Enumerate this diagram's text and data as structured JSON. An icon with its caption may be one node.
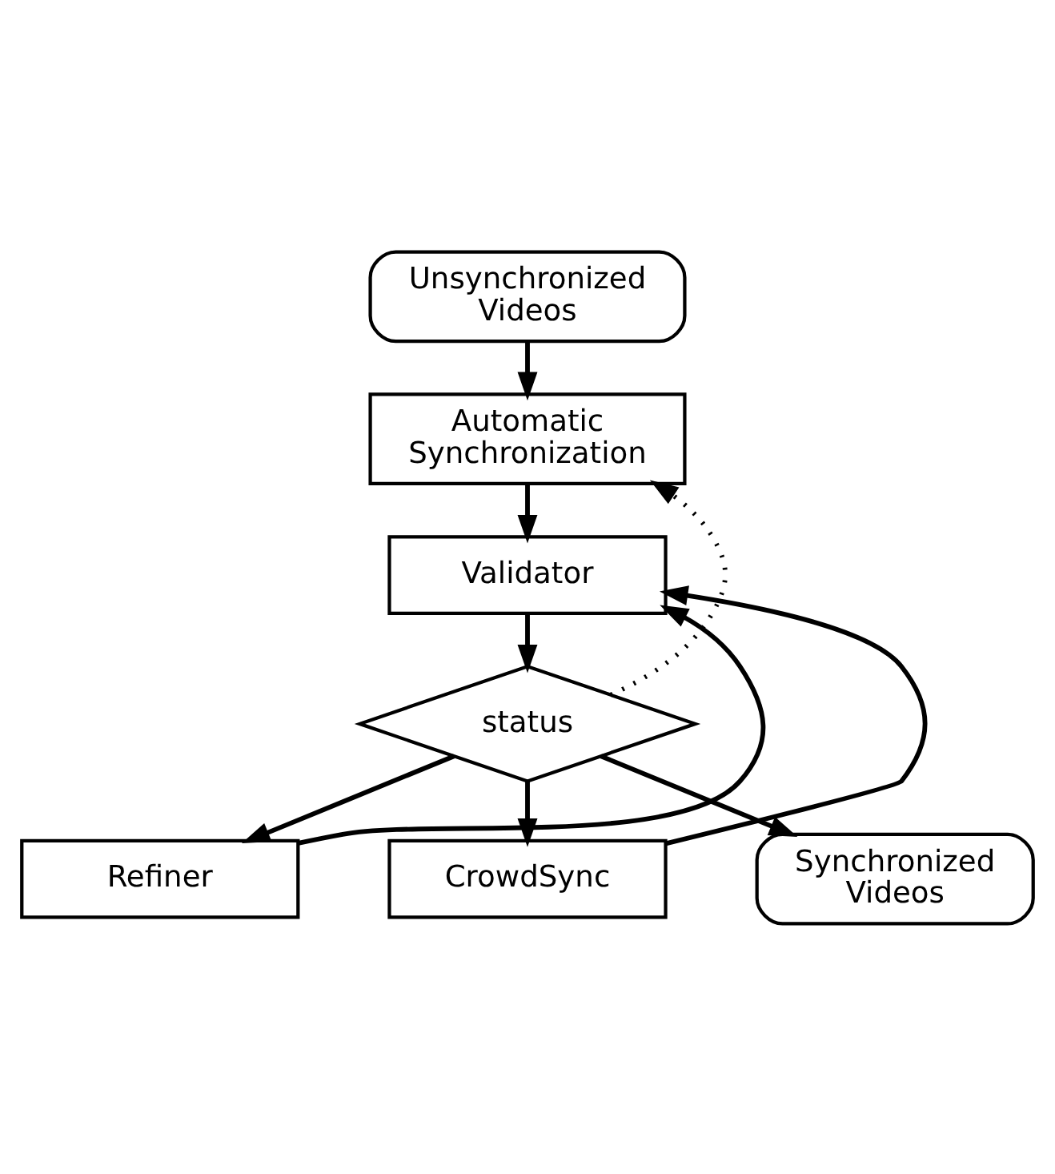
{
  "diagram": {
    "nodes": [
      {
        "text": [
          "Unsynchronized Videos"
        ]
      },
      {
        "text": [
          "Automatic Synchronization"
        ]
      },
      {
        "text": [
          "Validator"
        ]
      },
      {
        "text": [
          "status"
        ]
      },
      {
        "text": [
          "Refiner"
        ]
      },
      {
        "text": [
          "CrowdSync"
        ]
      },
      {
        "text": [
          "Synchronized Videos"
        ]
      }
    ],
    "edges": [
      {
        "from": 0,
        "to": 1,
        "arrow": "to"
      },
      {
        "from": 1,
        "to": 2,
        "arrow": "to"
      },
      {
        "from": 2,
        "to": 3,
        "arrow": "to"
      },
      {
        "from": 3,
        "to": 4,
        "arrow": "to"
      },
      {
        "from": 3,
        "to": 5,
        "arrow": "to"
      },
      {
        "from": 3,
        "to": 6,
        "arrow": "to"
      },
      {
        "from": 4,
        "to": 2,
        "arrow": "to"
      },
      {
        "from": 5,
        "to": 2,
        "arrow": "to"
      },
      {
        "from": 3,
        "to": 1,
        "arrow": "to",
        "style": "dashed"
      }
    ]
  }
}
